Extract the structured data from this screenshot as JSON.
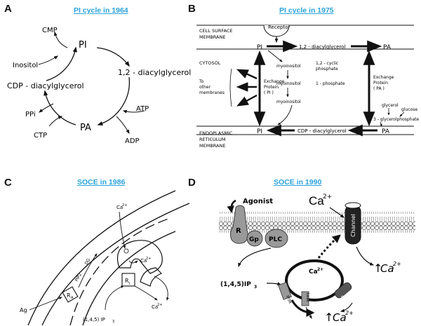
{
  "panels": {
    "a": {
      "letter": "A",
      "title": "PI cycle in 1964",
      "nodes": {
        "pi": "PI",
        "dag": "1,2 - diacylglycerol",
        "pa": "PA",
        "cdp": "CDP - diacylglycerol"
      },
      "side": {
        "cmp": "CMP",
        "inositol": "Inositol",
        "ppi": "PPi",
        "ctp": "CTP",
        "atp": "ATP",
        "adp": "ADP"
      }
    },
    "b": {
      "letter": "B",
      "title": "PI cycle in 1975",
      "receptor": "Receptor",
      "membrane_top_1": "CELL SURFACE",
      "membrane_top_2": "MEMBRANE",
      "cytosol": "CYTOSOL",
      "to_other_1": "To",
      "to_other_2": "other",
      "to_other_3": "membranes",
      "pi_top": "PI",
      "dag": "1,2 - diacylglycerol",
      "pa_top": "PA",
      "exch_pi_1": "Exchange",
      "exch_pi_2": "Protein",
      "exch_pi_3": "( PI )",
      "myo1": "myoinositol",
      "myo2": "myoinositol",
      "myo3": "myoinositol",
      "cyclic_1": "1,2 - cyclic",
      "cyclic_2": "phosphate",
      "one_phos": "1 - phosphate",
      "exch_pa_1": "Exchange",
      "exch_pa_2": "Protein",
      "exch_pa_3": "( PA )",
      "glycerol": "glycerol",
      "glucose": "glucose",
      "gly3p": "3 - glycerolphosphate",
      "er_1": "ENDOPLASMIC",
      "er_2": "RETICULUM",
      "er_3": "MEMBRANE",
      "pi_bottom": "PI",
      "cdp": "CDP - diacylglycerol",
      "pa_bottom": "PA"
    },
    "c": {
      "letter": "C",
      "title": "SOCE in 1986",
      "ca_top": "Ca",
      "ca_top_sup": "2+",
      "ca_mid": "Ca",
      "ca_mid_sup": "2+",
      "ca_right": "Ca",
      "ca_right_sup": "2+",
      "ri": "R",
      "ri_sub": "I",
      "ra": "R",
      "ra_sub": "A",
      "ag": "Ag",
      "pip2": "PIP2",
      "dg": "DG",
      "ip3": "(1,4,5) IP",
      "ip3_sub": "3"
    },
    "d": {
      "letter": "D",
      "title": "SOCE in 1990",
      "agonist": "Agonist",
      "ca_top": "Ca",
      "ca_top_sup": "2+",
      "r": "R",
      "gp": "Gp",
      "plc": "PLC",
      "channel": "Channel",
      "ca_right": "Ca",
      "ca_right_sup": "2+",
      "up_arrow": "↑",
      "ip3": "(1,4,5)IP",
      "ip3_sub": "3",
      "ca_store": "Ca",
      "ca_store_sup": "2+",
      "ip3r": "IP3R",
      "leak": "Leak",
      "pump": "Pump",
      "ca_bottom": "Ca",
      "ca_bottom_sup": "2+"
    }
  }
}
